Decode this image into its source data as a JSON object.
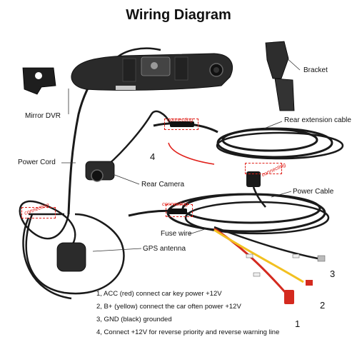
{
  "title": "Wiring Diagram",
  "labels": {
    "mirror_dvr": "Mirror DVR",
    "bracket": "Bracket",
    "rear_extension_cable": "Rear extension cable",
    "power_cord": "Power Cord",
    "rear_camera": "Rear Camera",
    "power_cable": "Power Cable",
    "fuse_wire": "Fuse wire",
    "gps_antenna": "GPS antenna"
  },
  "connecting_tag": "connecting",
  "numbers": [
    "4",
    "3",
    "2",
    "1"
  ],
  "notes": [
    "1, ACC (red) connect car key power +12V",
    "2, B+ (yellow) connect the car often power +12V",
    "3, GND (black) grounded",
    "4, Connect +12V for reverse priority and reverse warning line"
  ],
  "colors": {
    "cable": "#1a1a1a",
    "device": "#2a2a2a",
    "accent_red": "#e0201a",
    "wire_yellow": "#f2c020",
    "fuse_red": "#d42a1f"
  }
}
